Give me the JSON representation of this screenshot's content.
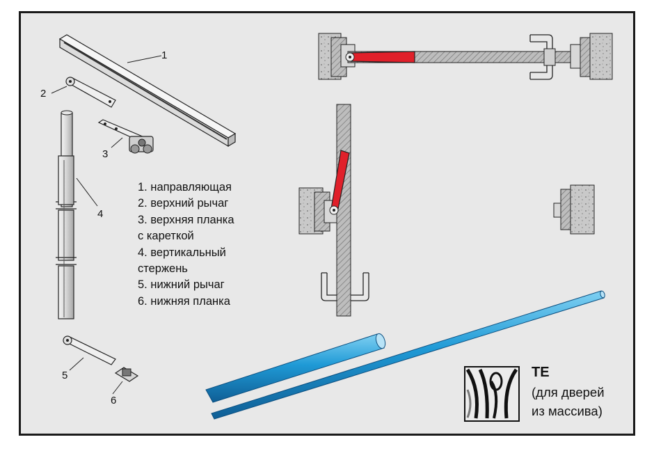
{
  "callouts": {
    "n1": "1",
    "n2": "2",
    "n3": "3",
    "n4": "4",
    "n5": "5",
    "n6": "6"
  },
  "legend": [
    "1. направляющая",
    "2. верхний рычаг",
    "3. верхняя планка",
    "с кареткой",
    "4. вертикальный",
    "стержень",
    "5. нижний рычаг",
    "6. нижняя планка"
  ],
  "badge": {
    "title": "TE",
    "line1": "(для дверей",
    "line2": "из массива)"
  },
  "colors": {
    "frame_bg": "#e8e8e8",
    "lever_red": "#e0202a",
    "rod_blue": "#1d9ad6",
    "hatch": "#9a9a9a"
  }
}
